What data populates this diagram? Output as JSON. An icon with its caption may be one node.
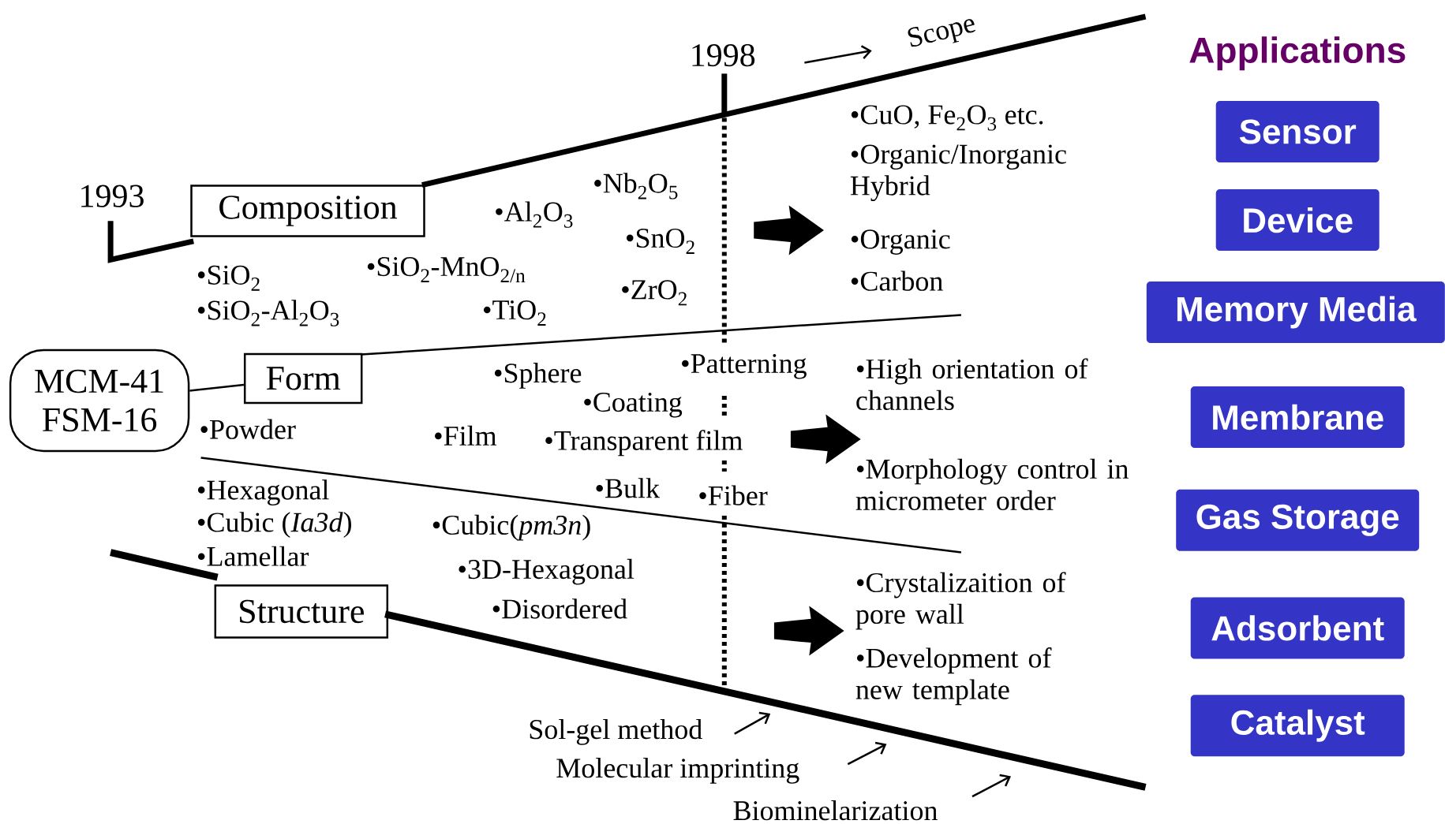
{
  "diagram": {
    "nodes": [
      {
        "text": [
          "MCM-41 FSM-16"
        ]
      },
      {
        "text": [
          "Composition"
        ]
      },
      {
        "text": [
          "Form"
        ]
      },
      {
        "text": [
          "Structure"
        ]
      },
      {
        "text": [
          "Sensor"
        ]
      },
      {
        "text": [
          "Device"
        ]
      },
      {
        "text": [
          "Memory Media"
        ]
      },
      {
        "text": [
          "Membrane"
        ]
      },
      {
        "text": [
          "Gas Storage"
        ]
      },
      {
        "text": [
          "Adsorbent"
        ]
      },
      {
        "text": [
          "Catalyst"
        ]
      }
    ],
    "edges": [
      {
        "from": 0,
        "to": 2,
        "arrow": "none"
      }
    ],
    "labels": [
      "1998",
      "Scope",
      "Applications",
      "1993",
      "•Nb$_{2}$O$_{5}$",
      "•Al$_{2}$O$_{3}$",
      "•SnO$_{2}$",
      "•SiO$_{2}$",
      "•SiO$_{2}$-MnO$_{2/n}$",
      "•SiO$_{2}$-Al$_{2}$O$_{3}$",
      "•TiO$_{2}$",
      "•ZrO$_{2}$",
      "•CuO, Fe$_{2}$O$_{3}$ etc.",
      "•Organic/Inorganic Hybrid",
      "•Organic",
      "•Carbon",
      "•Sphere",
      "•Patterning",
      "•Coating",
      "•Powder",
      "•Film",
      "•Transparent film",
      "•High orientation of channels",
      "•Bulk",
      "•Fiber",
      "•Morphology control in micrometer order",
      "•Hexagonal",
      "•Cubic (*Ia3d*)",
      "•Lamellar",
      "•Cubic(*pm3n*)",
      "•3D-Hexagonal",
      "•Disordered",
      "•Crystalizaition of pore wall",
      "•Development of new template",
      "Sol-gel method",
      "Molecular imprinting",
      "Biominelarization"
    ]
  }
}
